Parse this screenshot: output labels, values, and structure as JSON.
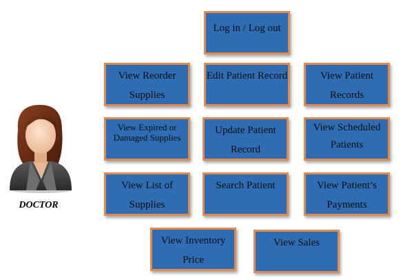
{
  "actor": {
    "label": "DOCTOR"
  },
  "functions": [
    {
      "id": "log-in-log-out-button",
      "label": "Log in / Log out"
    },
    {
      "id": "view-reorder-supplies-button",
      "label": "View Reorder Supplies"
    },
    {
      "id": "edit-patient-record-button",
      "label": "Edit Patient Record"
    },
    {
      "id": "view-patient-records-button",
      "label": "View Patient Records"
    },
    {
      "id": "view-expired-damaged-supplies-button",
      "label": "View Expired or Damaged Supplies"
    },
    {
      "id": "update-patient-record-button",
      "label": "Update Patient Record"
    },
    {
      "id": "view-scheduled-patients-button",
      "label": "View Scheduled Patients"
    },
    {
      "id": "view-list-of-supplies-button",
      "label": "View List of Supplies"
    },
    {
      "id": "search-patient-button",
      "label": "Search Patient"
    },
    {
      "id": "view-patients-payments-button",
      "label": "View Patient’s Payments"
    },
    {
      "id": "view-inventory-price-button",
      "label": "View Inventory Price"
    },
    {
      "id": "view-sales-button",
      "label": "View Sales"
    }
  ],
  "colors": {
    "box_fill": "#2e6db4",
    "box_border": "#e08a4e"
  },
  "icons": {
    "actor": "doctor-avatar-icon"
  }
}
